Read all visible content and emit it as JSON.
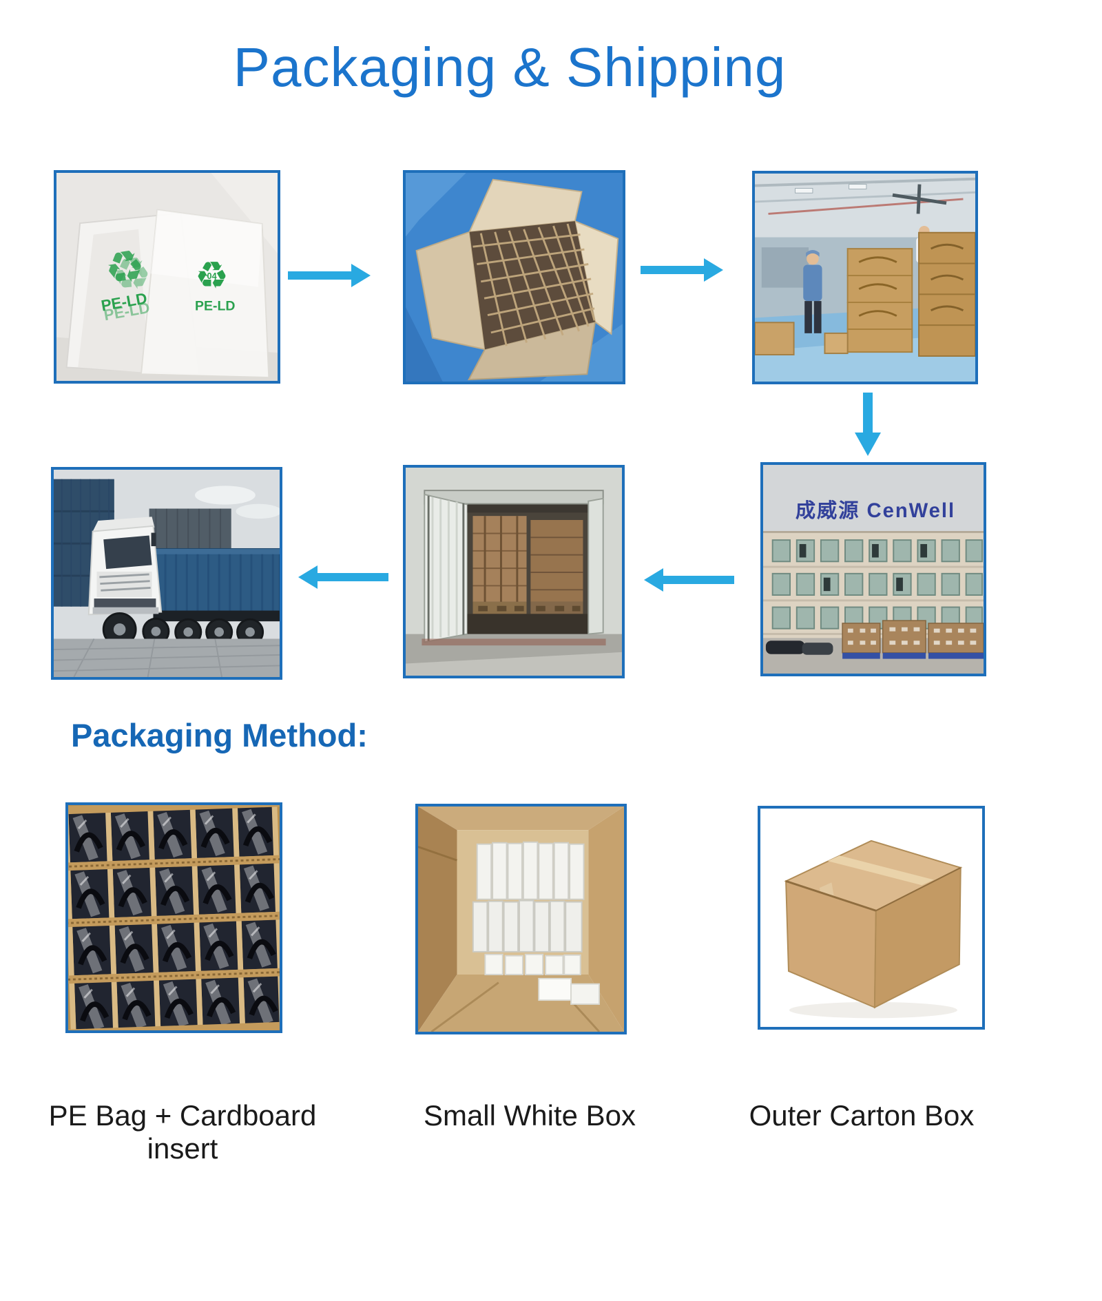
{
  "title": "Packaging & Shipping",
  "packaging_method": {
    "heading": "Packaging Method:",
    "items": [
      {
        "label": "PE Bag + Cardboard insert"
      },
      {
        "label": "Small White Box"
      },
      {
        "label": "Outer Carton Box"
      }
    ]
  },
  "flow": {
    "arrow_directions": [
      "right",
      "right",
      "down",
      "left",
      "left"
    ],
    "photo_texts": {
      "recycle_symbol": "♻",
      "pe_bag_recycle_code": "04",
      "pe_bag_material": "PE-LD",
      "factory_sign": "成威源 CenWell"
    }
  },
  "colors": {
    "title_blue": "#1b74cc",
    "heading_blue": "#1667b5",
    "frame_blue": "#1e6fba",
    "arrow_blue": "#29a9e1",
    "label_text": "#1a1a1a",
    "recycle_green": "#2aa14e"
  }
}
